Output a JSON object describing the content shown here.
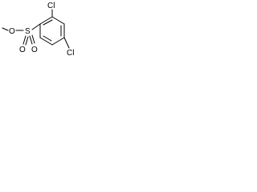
{
  "structure": {
    "atoms": {
      "methyl_oxygen": "O",
      "sulfur": "S",
      "sulfonyl_oxygen_left": "O",
      "sulfonyl_oxygen_right": "O",
      "chlorine_top": "Cl",
      "chlorine_right": "Cl"
    }
  }
}
